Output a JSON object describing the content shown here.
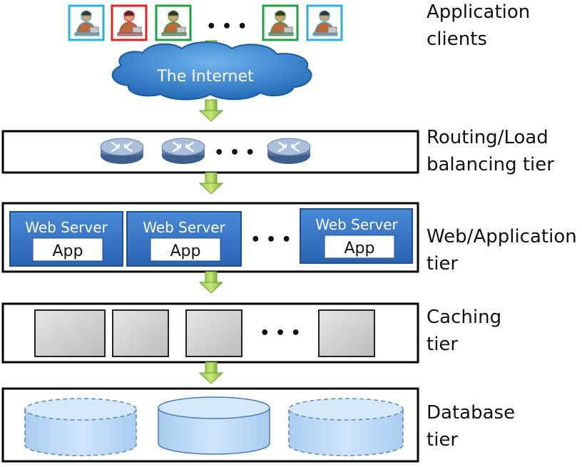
{
  "labels": {
    "clients": [
      "Application",
      "clients"
    ],
    "routing": [
      "Routing/Load",
      "balancing  tier"
    ],
    "web": [
      "Web/Application",
      "tier"
    ],
    "caching": [
      "Caching",
      "tier"
    ],
    "database": [
      "Database",
      "tier"
    ]
  },
  "internet": "The Internet",
  "ellipsis": "• • •",
  "web_servers": [
    {
      "title": "Web Server",
      "app": "App"
    },
    {
      "title": "Web Server",
      "app": "App"
    },
    {
      "title": "Web Server",
      "app": "App"
    }
  ],
  "colors": {
    "client_frames": [
      "#2ab0e0",
      "#e02020",
      "#20a040",
      "#20a040",
      "#2ab0e0"
    ],
    "arrow": "#7ab03a",
    "cloud": "#2f7ec8",
    "server": "#2e6fc0",
    "cache": "#d0d0d0",
    "db": "#b8d8f4"
  },
  "icons": {
    "client": "person-at-computer-icon",
    "router": "router-icon",
    "cache": "cache-server-box",
    "db": "database-cylinder-icon"
  }
}
